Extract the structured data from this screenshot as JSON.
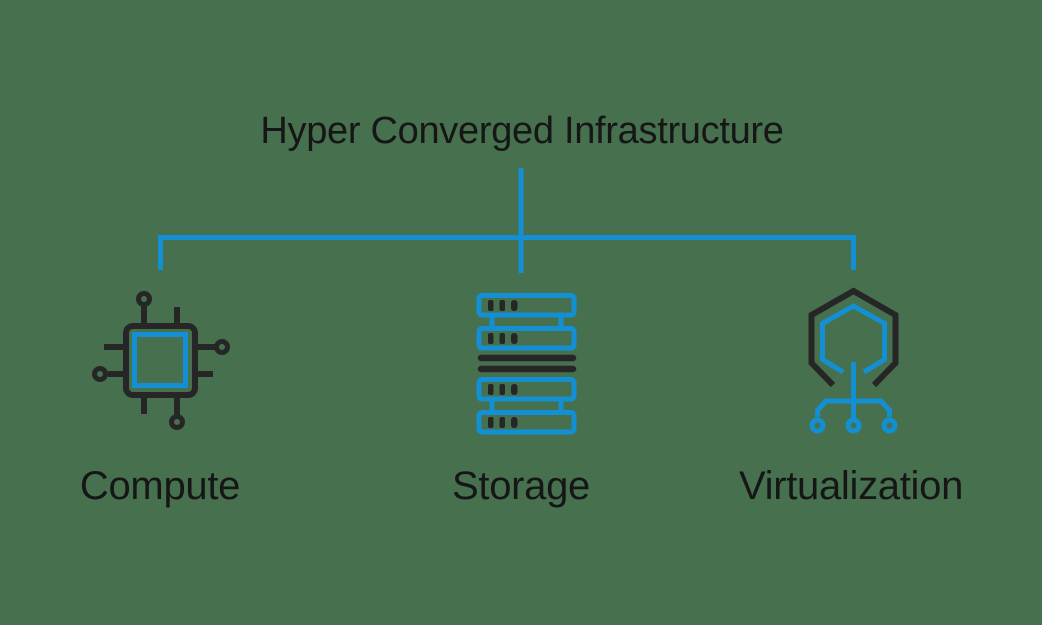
{
  "diagram": {
    "title": "Hyper Converged Infrastructure",
    "nodes": [
      {
        "label": "Compute",
        "icon": "cpu-chip-icon"
      },
      {
        "label": "Storage",
        "icon": "server-stack-icon"
      },
      {
        "label": "Virtualization",
        "icon": "hexagon-network-icon"
      }
    ],
    "colors": {
      "background": "#47704F",
      "connector_blue": "#1390D3",
      "icon_dark": "#262626",
      "text": "#161616"
    }
  }
}
